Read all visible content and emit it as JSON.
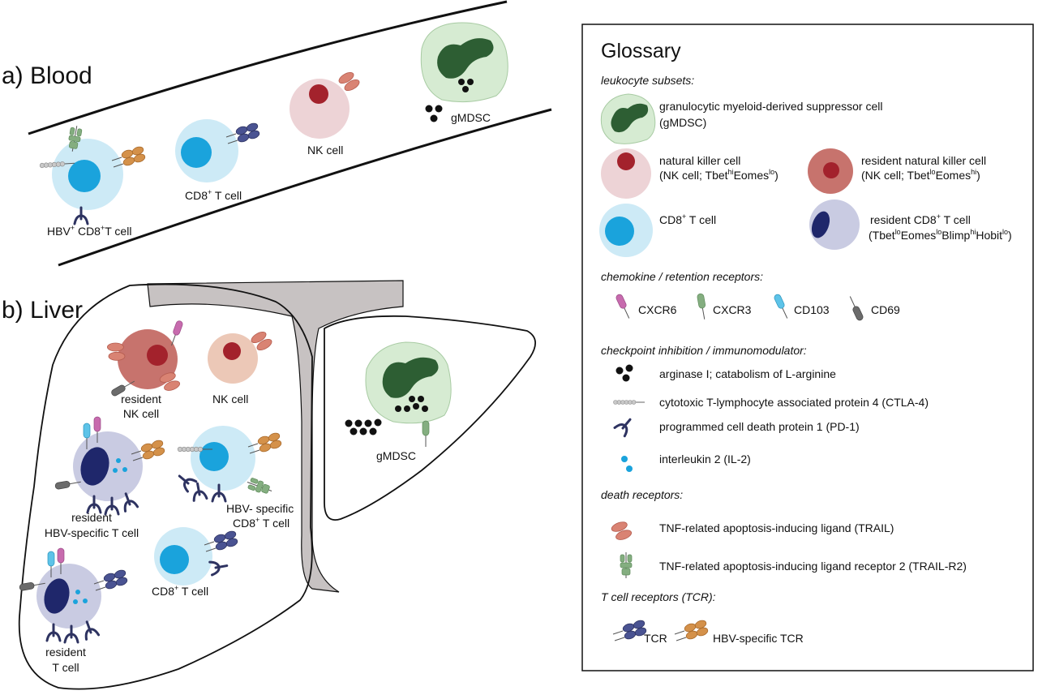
{
  "colors": {
    "tcell_fill": "#cdeaf6",
    "tcell_nucleus": "#1aa3dc",
    "nk_fill": "#edd3d6",
    "nk_nucleus": "#a3222c",
    "res_nk_fill": "#c7736d",
    "liver_nk_fill": "#ecc8b7",
    "res_t_fill": "#c9cbe2",
    "res_t_nucleus": "#1f276b",
    "gmdsc_fill": "#d6ebd2",
    "gmdsc_nucleus": "#2d5e33",
    "tcr": "#4a5392",
    "hbv_tcr": "#d4914a",
    "trail": "#d98373",
    "trail_r2": "#84ae80",
    "cxcr6": "#c76bae",
    "cxcr3": "#84ae80",
    "cd103": "#5dc3e8",
    "cd69": "#6b6b6b",
    "pd1": "#2e3361",
    "ctla4": "#b5b5b5",
    "vessel": "#c7c2c2"
  },
  "blood": {
    "title": "a) Blood",
    "hbv_cd8_label": {
      "p1": "HBV",
      "s1": "+",
      "p2": " CD8",
      "s2": "+",
      "p3": "T cell"
    },
    "cd8_label": {
      "p1": "CD8",
      "s1": "+",
      "p2": " T cell"
    },
    "nk_label": "NK cell",
    "gmdsc_label": "gMDSC"
  },
  "liver": {
    "title": "b) Liver",
    "resident_nk_label": [
      "resident",
      "NK cell"
    ],
    "nk_label": "NK cell",
    "resident_hbv_label": [
      "resident",
      "HBV-specific T cell"
    ],
    "hbv_specific_label": {
      "line1": "HBV- specific",
      "p1": "CD8",
      "s1": "+",
      "p2": " T cell"
    },
    "cd8_label": {
      "p1": "CD8",
      "s1": "+",
      "p2": " T cell"
    },
    "resident_t_label": [
      "resident",
      "T cell"
    ],
    "gmdsc_label": "gMDSC"
  },
  "glossary": {
    "title": "Glossary",
    "sec_leukocytes": "leukocyte subsets:",
    "gmdsc": [
      "granulocytic myeloid-derived suppressor cell",
      "(gMDSC)"
    ],
    "nk": {
      "line1": "natural killer cell",
      "p1": "(NK cell; Tbet",
      "s1": "hi",
      "p2": "Eomes",
      "s2": "lo",
      "p3": ")"
    },
    "resident_nk": {
      "line1": "resident natural killer cell",
      "p1": "(NK cell; Tbet",
      "s1": "lo",
      "p2": "Eomes",
      "s2": "hi",
      "p3": ")"
    },
    "cd8": {
      "p1": "CD8",
      "s1": "+",
      "p2": " T cell"
    },
    "resident_cd8": {
      "p1": "resident CD8",
      "s1": "+",
      "p2": " T cell",
      "q1": "(Tbet",
      "t1": "lo",
      "q2": "Eomes",
      "t2": "lo",
      "q3": "Blimp",
      "t3": "hi",
      "q4": "Hobit",
      "t4": "lo",
      "q5": ")"
    },
    "sec_chemokine": "chemokine / retention receptors:",
    "receptors": [
      "CXCR6",
      "CXCR3",
      "CD103",
      "CD69"
    ],
    "sec_checkpoint": "checkpoint inhibition / immunomodulator:",
    "arginase": "arginase I; catabolism of L-arginine",
    "ctla4": "cytotoxic T-lymphocyte associated protein 4 (CTLA-4)",
    "pd1": "programmed cell death protein 1 (PD-1)",
    "il2": "interleukin 2 (IL-2)",
    "sec_death": "death receptors:",
    "trail": "TNF-related apoptosis-inducing ligand (TRAIL)",
    "trail_r2": "TNF-related apoptosis-inducing ligand receptor 2 (TRAIL-R2)",
    "sec_tcr": "T cell receptors (TCR):",
    "tcr": "TCR",
    "hbv_tcr": "HBV-specific TCR"
  }
}
